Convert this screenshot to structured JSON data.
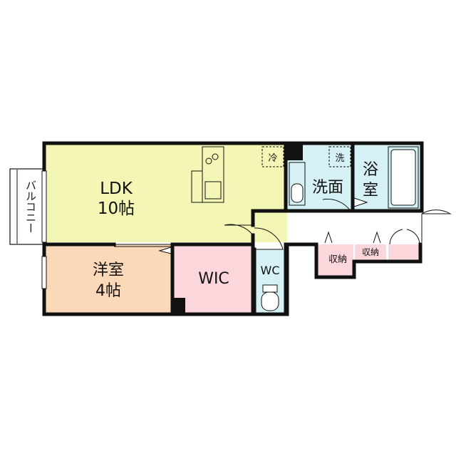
{
  "rooms": {
    "ldk": {
      "name": "LDK",
      "size": "10帖"
    },
    "western": {
      "name": "洋室",
      "size": "4帖"
    },
    "wic": {
      "name": "WIC"
    },
    "washroom": {
      "name": "洗面"
    },
    "bathroom": {
      "name_line1": "浴",
      "name_line2": "室"
    },
    "wc": {
      "name": "WC"
    },
    "balcony": {
      "name": "バルコニー"
    },
    "storage_1": {
      "name": "収納"
    },
    "storage_2": {
      "name": "収納"
    }
  },
  "symbols": {
    "fridge": "冷",
    "washer": "洗"
  },
  "colors": {
    "ldk": "#f3f6b4",
    "western": "#fbd8b8",
    "wic": "#fbd6da",
    "storage": "#fbd6da",
    "wet_area": "#d5f1f5",
    "wall": "#111111",
    "hall": "#ffffff"
  }
}
